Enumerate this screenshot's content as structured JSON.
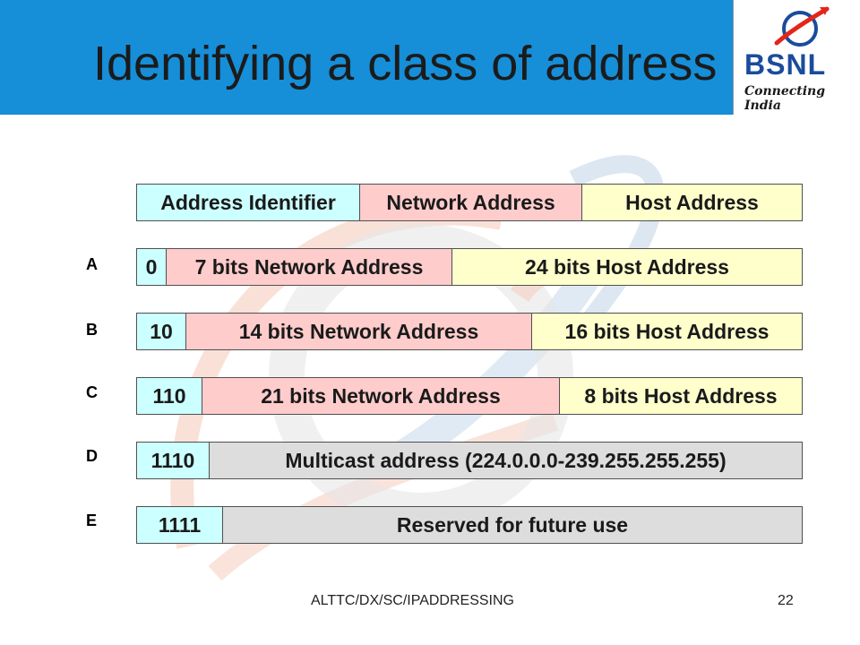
{
  "title": "Identifying a class of address",
  "logo": {
    "brand": "BSNL",
    "tagline": "Connecting India"
  },
  "header_row": {
    "segments": [
      "Address Identifier",
      "Network Address",
      "Host Address"
    ]
  },
  "classes": [
    {
      "label": "A",
      "segments": [
        "0",
        "7 bits Network Address",
        "24 bits Host Address"
      ]
    },
    {
      "label": "B",
      "segments": [
        "10",
        "14 bits Network Address",
        "16 bits Host Address"
      ]
    },
    {
      "label": "C",
      "segments": [
        "110",
        "21 bits Network Address",
        "8 bits Host Address"
      ]
    },
    {
      "label": "D",
      "segments": [
        "1110",
        "Multicast address (224.0.0.0-239.255.255.255)"
      ]
    },
    {
      "label": "E",
      "segments": [
        "1111",
        "Reserved for future use"
      ]
    }
  ],
  "footer": {
    "left": "ALTTC/DX/SC/IPADDRESSING",
    "page": "22"
  },
  "colors": {
    "title_bar": "#168ed8",
    "identifier": "#ccffff",
    "network": "#ffcccc",
    "host": "#ffffcc",
    "special": "#dddddd"
  }
}
